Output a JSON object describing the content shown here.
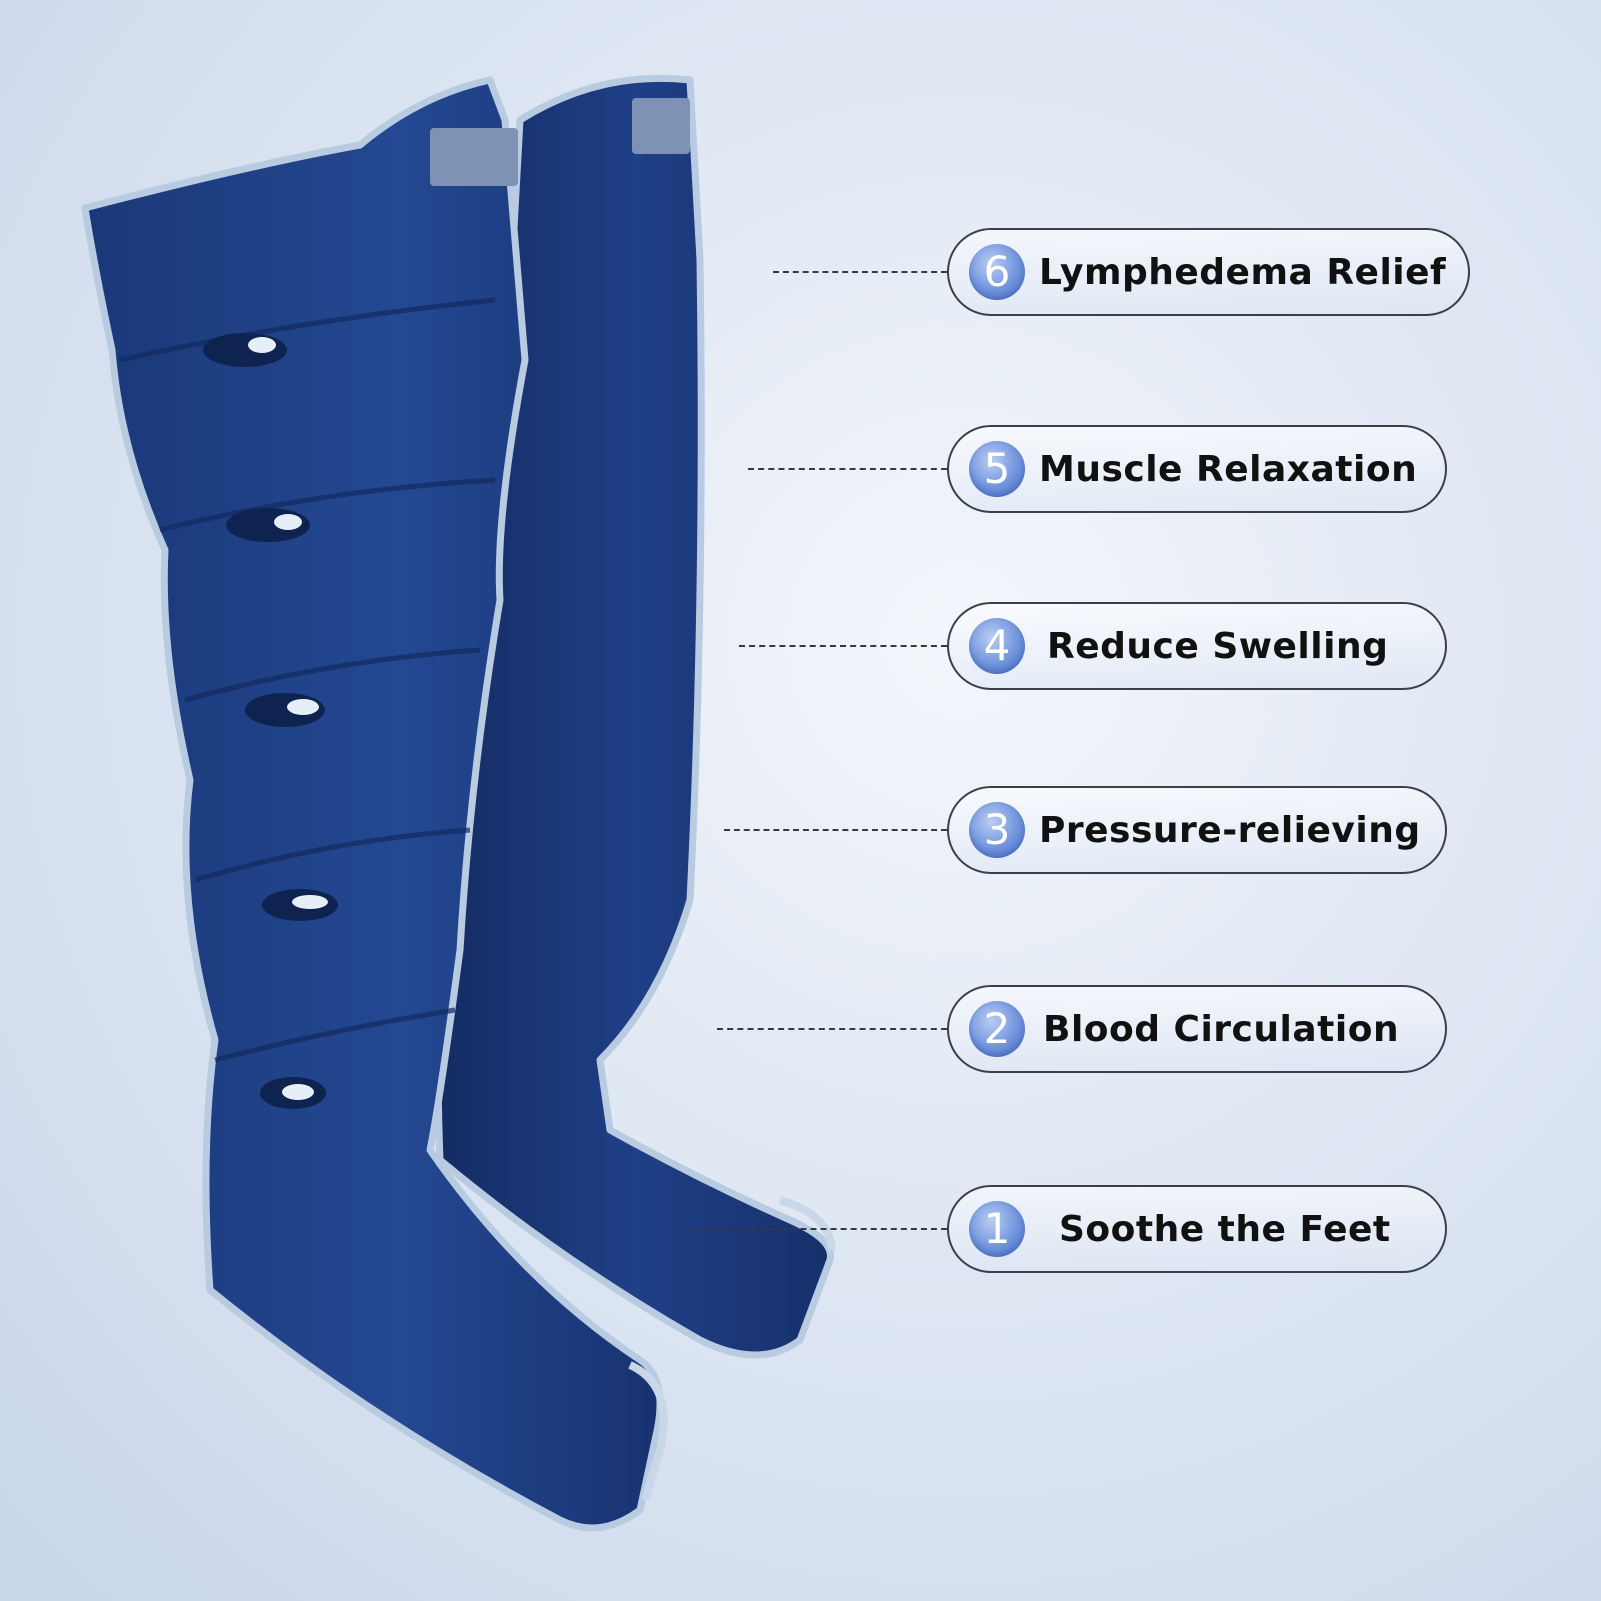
{
  "colors": {
    "sleeve_fill": "#1f3f86",
    "sleeve_dark": "#16306b",
    "sleeve_trim": "#b8cbe0",
    "badge": "#6f93dc",
    "pill_border": "#3a3f4a",
    "text": "#111111"
  },
  "callouts": [
    {
      "number": "6",
      "label": "Lymphedema Relief"
    },
    {
      "number": "5",
      "label": "Muscle Relaxation"
    },
    {
      "number": "4",
      "label": "Reduce Swelling"
    },
    {
      "number": "3",
      "label": "Pressure-relieving"
    },
    {
      "number": "2",
      "label": "Blood Circulation"
    },
    {
      "number": "1",
      "label": "Soothe the Feet"
    }
  ]
}
